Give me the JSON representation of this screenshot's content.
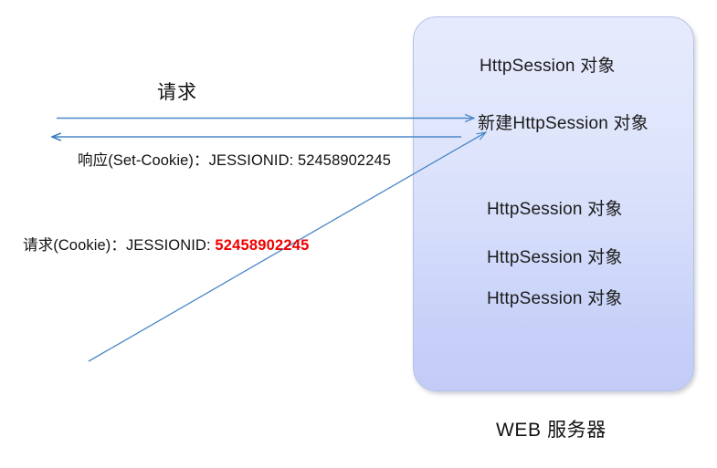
{
  "diagram": {
    "title_caption": "WEB 服务器",
    "server_box": {
      "name": "web-server-box",
      "fill_top": "#e7eafd",
      "fill_bottom": "#c2ccf7",
      "border_color": "#b7c2e8"
    },
    "sessions": [
      {
        "id": "session-1",
        "text": "HttpSession 对象"
      },
      {
        "id": "session-new",
        "text": "新建HttpSession 对象"
      },
      {
        "id": "session-2",
        "text": "HttpSession 对象"
      },
      {
        "id": "session-3",
        "text": "HttpSession 对象"
      },
      {
        "id": "session-4",
        "text": "HttpSession 对象"
      }
    ],
    "flows": {
      "request_label": "请求",
      "response_label": "响应(Set-Cookie)：JESSIONID: 52458902245",
      "cookie_request_prefix": "请求(Cookie)：JESSIONID: ",
      "cookie_request_id": "52458902245"
    },
    "arrow_color": "#4a87c7"
  }
}
